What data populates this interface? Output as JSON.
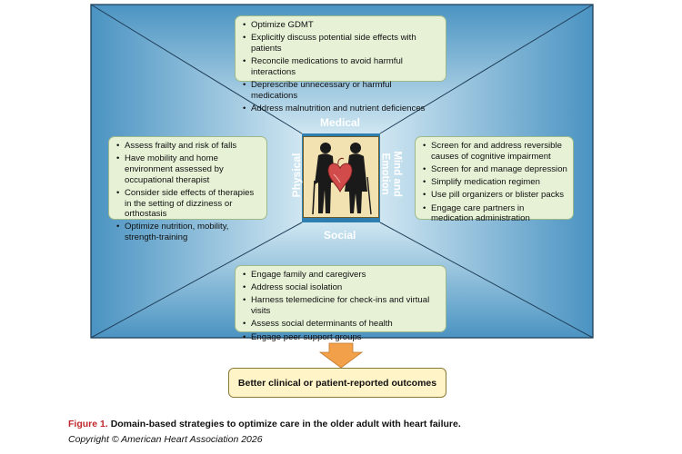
{
  "domains": {
    "medical": "Medical",
    "physical": "Physical",
    "mind": "Mind and",
    "emotion": "Emotion",
    "social": "Social"
  },
  "medical_items": [
    "Optimize GDMT",
    "Explicitly discuss potential side effects with patients",
    "Reconcile medications to avoid harmful interactions",
    "Deprescribe unnecessary or harmful medications",
    "Address malnutrition and nutrient deficiences"
  ],
  "physical_items": [
    "Assess frailty and risk of falls",
    "Have mobility and home environment assessed by occupational therapist",
    "Consider side effects of therapies in the setting of dizziness or orthostasis",
    "Optimize nutrition, mobility, strength-training"
  ],
  "mind_items": [
    "Screen for and address reversible causes of cognitive impairment",
    "Screen for and manage depression",
    "Simplify medication regimen",
    "Use pill organizers or blister packs",
    "Engage care partners in medication administration"
  ],
  "social_items": [
    "Engage family and caregivers",
    "Address social isolation",
    "Harness telemedicine for check-ins and virtual visits",
    "Assess social determinants of health",
    "Engage peer support groups"
  ],
  "outcome": "Better clinical or patient-reported outcomes",
  "caption": {
    "figure_number": "Figure 1.",
    "text": "Domain-based strategies to optimize care in the older adult with heart failure."
  },
  "copyright": "Copyright © American Heart Association 2026",
  "colors": {
    "panel_light": "#cfe6f1",
    "panel_dark": "#2f7fb0",
    "item_box": "#e6f1d6",
    "outcome_box": "#fff3c8",
    "arrow": "#f2a14a",
    "caption_accent": "#c0282d"
  }
}
